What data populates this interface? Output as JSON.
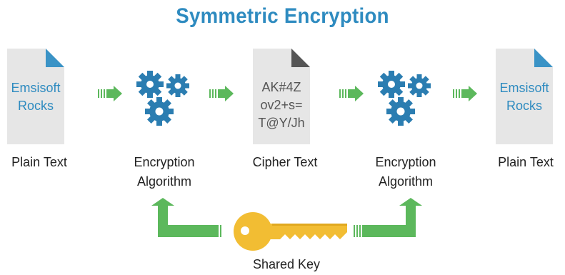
{
  "title": "Symmetric Encryption",
  "plain_doc_lines": [
    "Emsisoft",
    "Rocks"
  ],
  "cipher_doc_lines": [
    "AK#4Z",
    "ov2+s=",
    "T@Y/Jh"
  ],
  "labels": {
    "plain_text_left": "Plain Text",
    "encryption_algorithm_1": [
      "Encryption",
      "Algorithm"
    ],
    "cipher_text": "Cipher Text",
    "encryption_algorithm_2": [
      "Encryption",
      "Algorithm"
    ],
    "plain_text_right": "Plain Text",
    "shared_key": "Shared Key"
  },
  "colors": {
    "title": "#2e8bc0",
    "doc_body": "#e6e6e6",
    "doc_fold_plain": "#3a93c6",
    "doc_fold_cipher": "#555555",
    "gear": "#2b7db1",
    "arrow": "#5cb85c",
    "key": "#f2bd33",
    "plain_text": "#2e8bc0",
    "cipher_text": "#555555"
  }
}
